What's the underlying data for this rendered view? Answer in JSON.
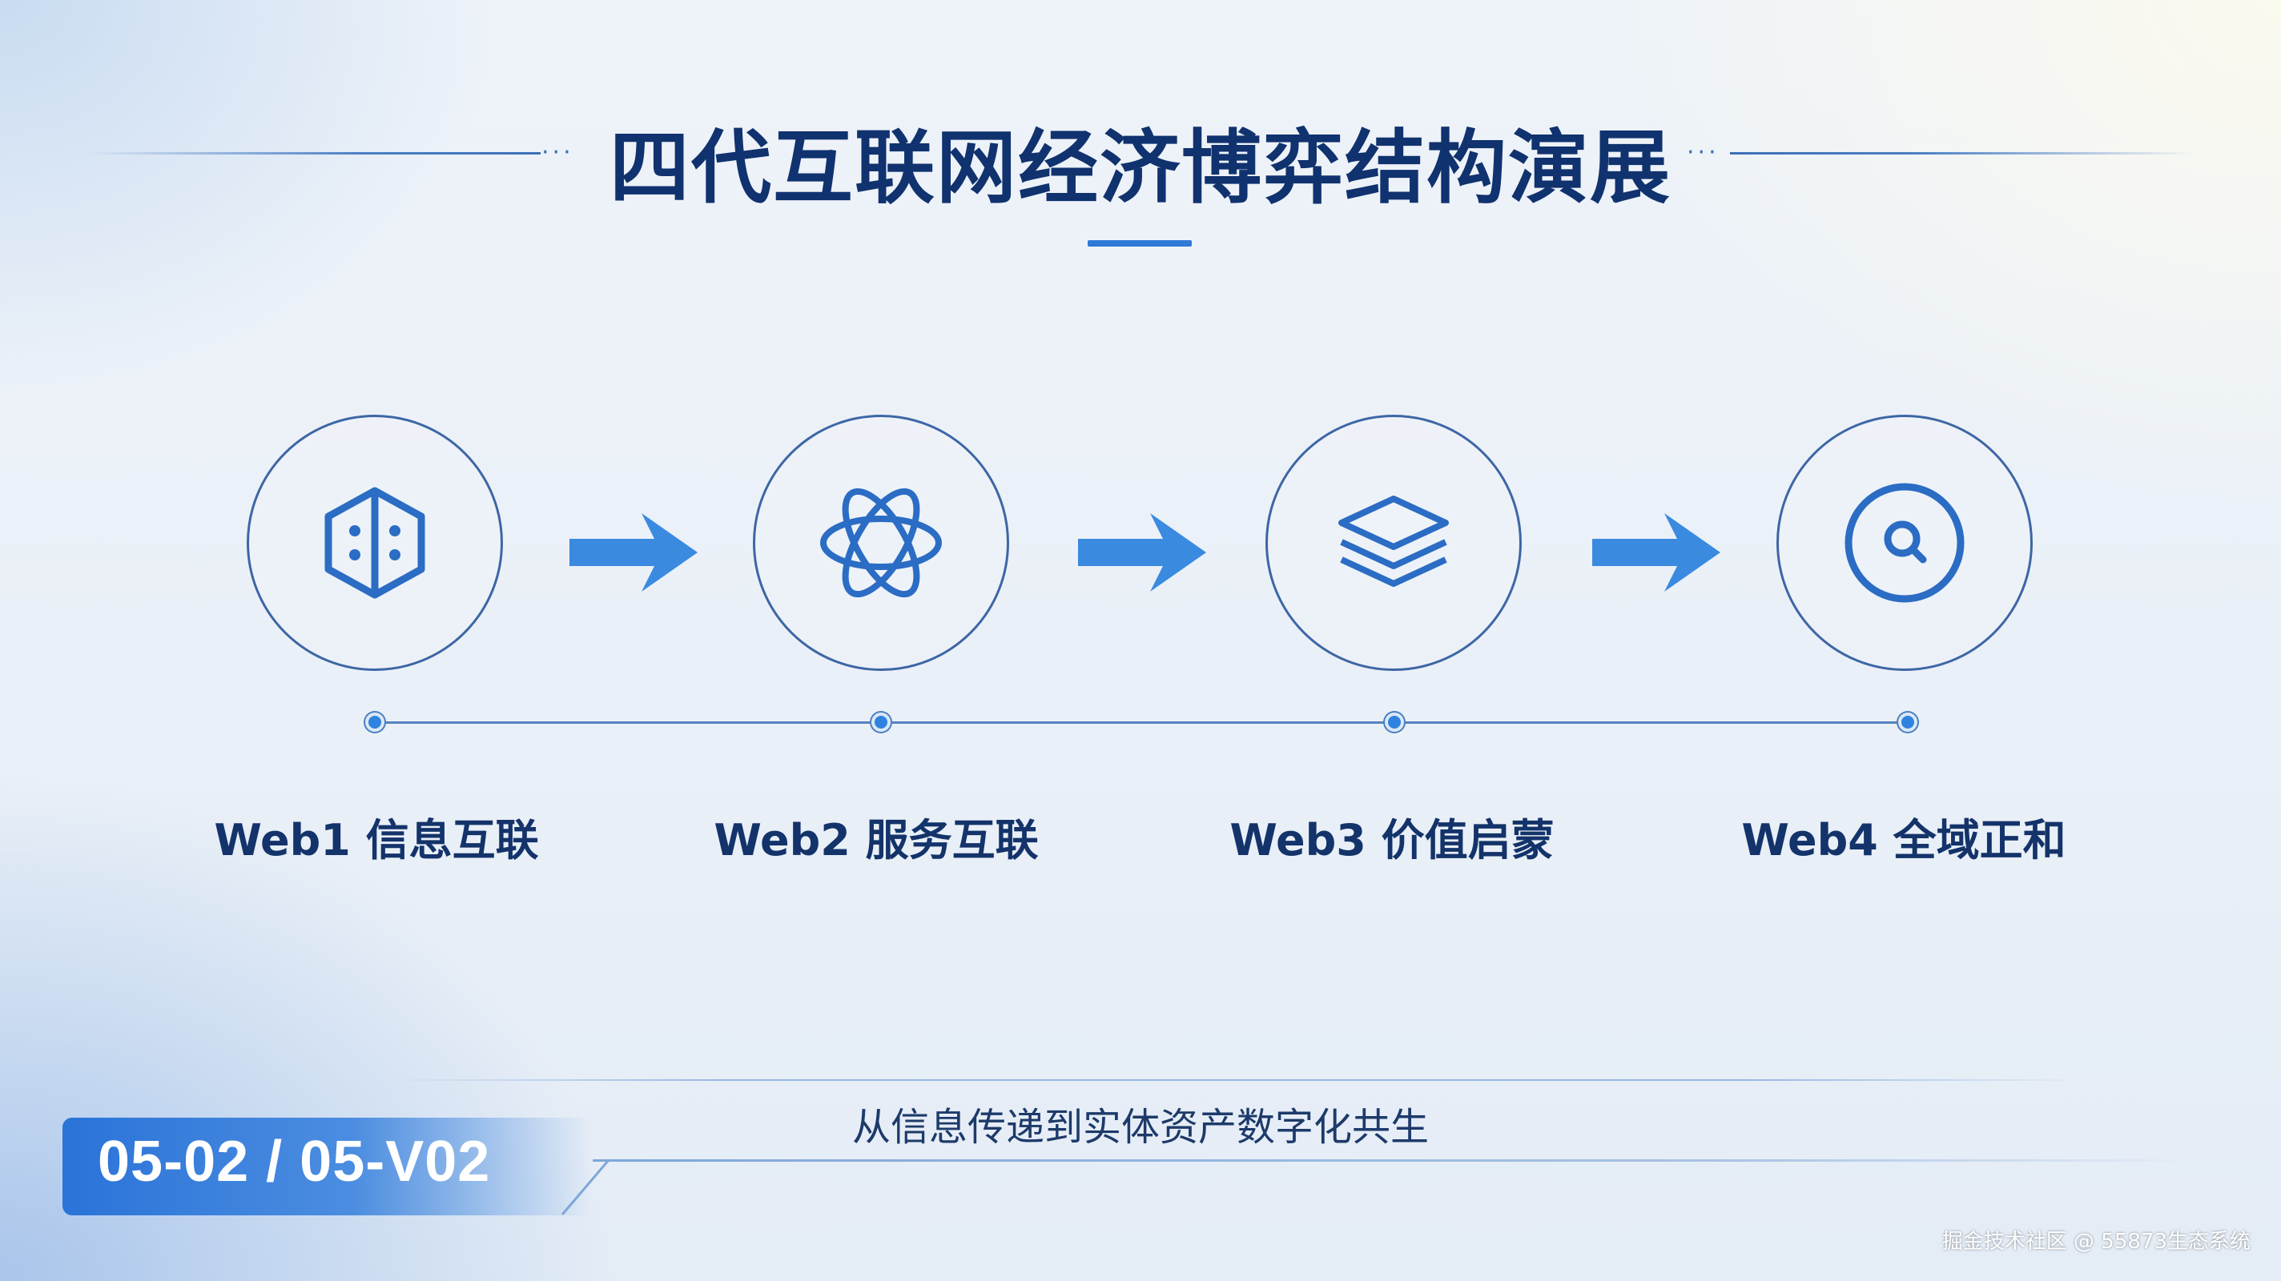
{
  "header": {
    "title": "四代互联网经济博弈结构演展"
  },
  "stages": [
    {
      "label": "Web1 信息互联",
      "icon": "hexagon-cube-icon"
    },
    {
      "label": "Web2 服务互联",
      "icon": "orbit-atom-icon"
    },
    {
      "label": "Web3 价值启蒙",
      "icon": "stacked-layers-icon"
    },
    {
      "label": "Web4 全域正和",
      "icon": "search-target-icon"
    }
  ],
  "footer": {
    "subtitle": "从信息传递到实体资产数字化共生",
    "code": "05-02 / 05-V02",
    "watermark": "掘金技术社区 @ 55873生态系统"
  },
  "colors": {
    "title": "#10326e",
    "accent": "#2f7ad6",
    "icon_stroke": "#2b6cc4",
    "circle_border": "#3d66a5",
    "code_box": "#2a73d8"
  }
}
